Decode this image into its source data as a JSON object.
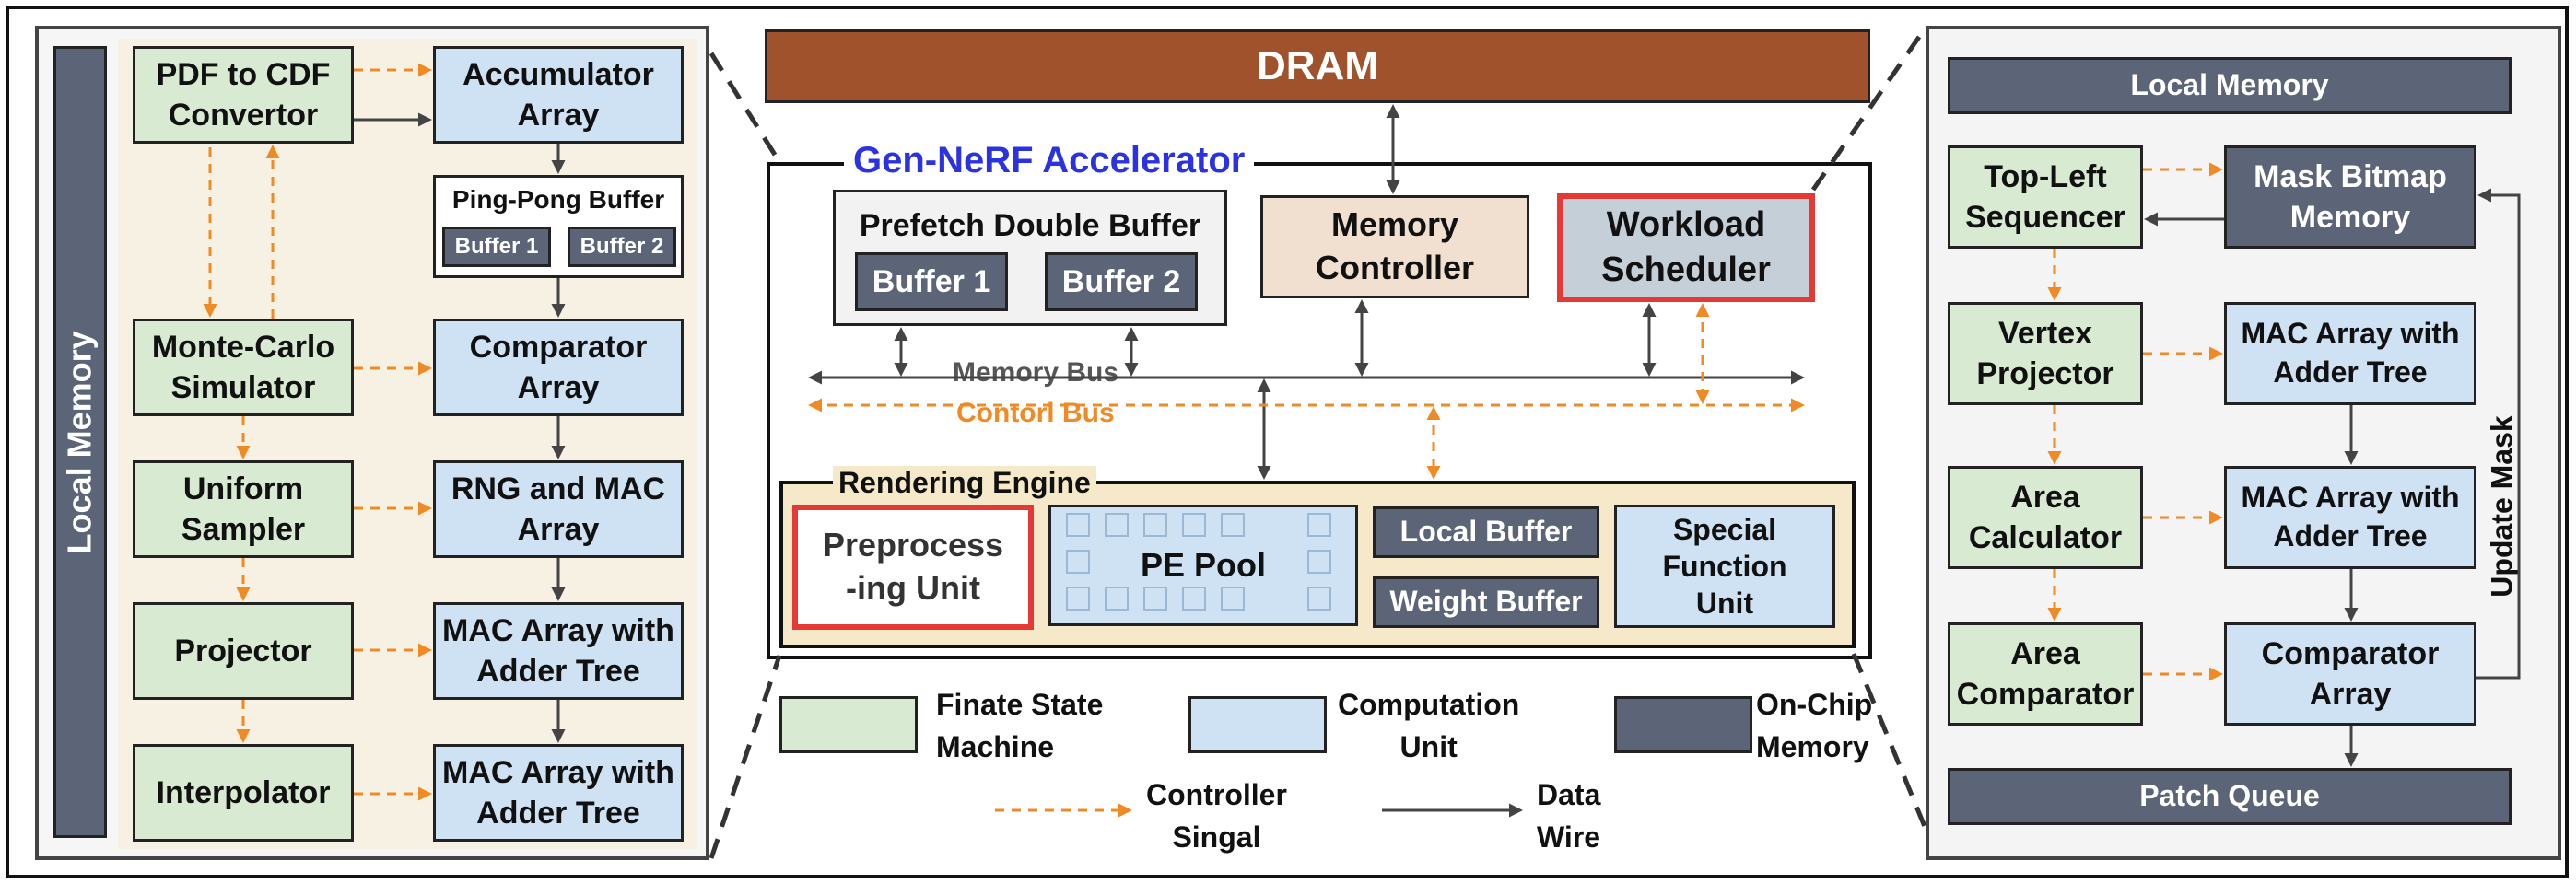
{
  "colors": {
    "dram": "#a0522d",
    "fsm": "#d9ead3",
    "computation": "#cfe2f3",
    "memory": "#5b6577",
    "highlight": "#e53935",
    "accel_title": "#2b32e0",
    "control": "#f08a24",
    "wire": "#444444"
  },
  "left": {
    "local_memory": "Local Memory",
    "fsm": [
      "PDF to CDF\nConvertor",
      "Monte-Carlo\nSimulator",
      "Uniform\nSampler",
      "Projector",
      "Interpolator"
    ],
    "cu": [
      "Accumulator\nArray",
      "Comparator\nArray",
      "RNG and MAC\nArray",
      "MAC Array with\nAdder Tree",
      "MAC Array with\nAdder Tree"
    ],
    "pingpong": {
      "title": "Ping-Pong Buffer",
      "b1": "Buffer 1",
      "b2": "Buffer 2"
    }
  },
  "center": {
    "dram": "DRAM",
    "accel_title": "Gen-NeRF Accelerator",
    "prefetch": {
      "title": "Prefetch Double Buffer",
      "b1": "Buffer 1",
      "b2": "Buffer 2"
    },
    "memory_controller": "Memory\nController",
    "workload_scheduler": "Workload\nScheduler",
    "memory_bus": "Memory Bus",
    "control_bus": "Contorl Bus",
    "rendering_engine": "Rendering Engine",
    "preprocessing": "Preprocess\n-ing Unit",
    "pe_pool": "PE Pool",
    "local_buffer": "Local Buffer",
    "weight_buffer": "Weight Buffer",
    "sfu": "Special\nFunction\nUnit"
  },
  "legend": {
    "fsm": "Finate State\nMachine",
    "cu": "Computation\nUnit",
    "mem": "On-Chip\nMemory",
    "ctrl": "Controller\nSingal",
    "wire": "Data\nWire"
  },
  "right": {
    "local_memory": "Local Memory",
    "fsm": [
      "Top-Left\nSequencer",
      "Vertex\nProjector",
      "Area\nCalculator",
      "Area\nComparator"
    ],
    "mask": "Mask Bitmap\nMemory",
    "cu": [
      "MAC Array with\nAdder Tree",
      "MAC Array with\nAdder Tree",
      "Comparator\nArray"
    ],
    "update_mask": "Update Mask",
    "patch_queue": "Patch Queue"
  }
}
